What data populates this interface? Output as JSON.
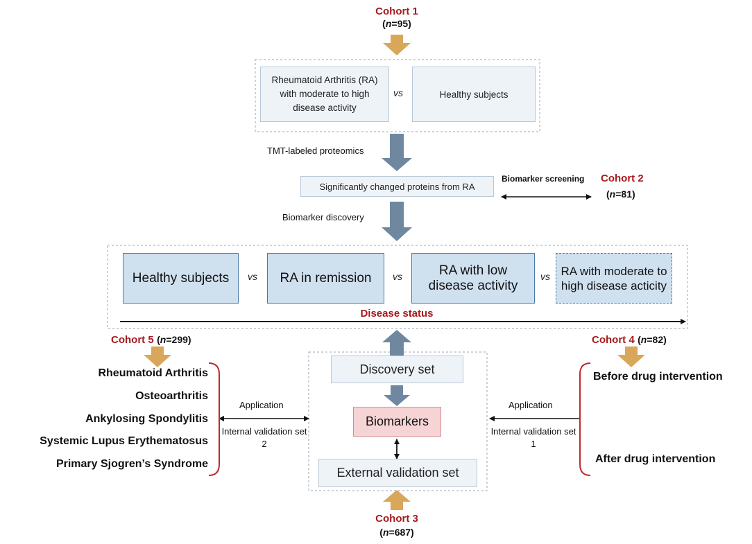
{
  "cohorts": {
    "c1": {
      "label": "Cohort 1",
      "n_prefix": "(",
      "n_italic": "n",
      "n_value": "=95)"
    },
    "c2": {
      "label": "Cohort 2",
      "n_prefix": "(",
      "n_italic": "n",
      "n_value": "=81)"
    },
    "c3": {
      "label": "Cohort 3",
      "n_prefix": "(",
      "n_italic": "n",
      "n_value": "=687)"
    },
    "c4": {
      "label": "Cohort 4",
      "n_prefix": "(",
      "n_italic": "n",
      "n_value": "=82)"
    },
    "c5": {
      "label": "Cohort 5",
      "n_prefix": "(",
      "n_italic": "n",
      "n_value": "=299)"
    }
  },
  "top": {
    "ra_box": "Rheumatoid Arthritis (RA) with moderate to high disease activity",
    "vs": "vs",
    "healthy_box": "Healthy subjects"
  },
  "steps": {
    "tmt": "TMT-labeled proteomics",
    "changed": "Significantly changed proteins from RA",
    "screening": "Biomarker screening",
    "discovery": "Biomarker discovery"
  },
  "status": {
    "boxes": [
      "Healthy subjects",
      "RA in remission",
      "RA with low disease activity",
      "RA with moderate to high disease acticity"
    ],
    "vs": "vs",
    "axis_label": "Disease status"
  },
  "center": {
    "discovery_set": "Discovery set",
    "biomarkers": "Biomarkers",
    "external": "External validation set"
  },
  "left": {
    "diseases": [
      "Rheumatoid Arthritis",
      "Osteoarthritis",
      "Ankylosing Spondylitis",
      "Systemic Lupus Erythematosus",
      "Primary Sjogren’s Syndrome"
    ],
    "application": "Application",
    "validation": "Internal validation set 2"
  },
  "right": {
    "before": "Before drug intervention",
    "after": "After drug intervention",
    "application": "Application",
    "validation": "Internal validation set 1"
  },
  "colors": {
    "gold_arrow": "#d9a75a",
    "gray_arrow": "#6f88a0",
    "cohort_red": "#a8191d",
    "bracket_red": "#c0282c",
    "box_blue": "#cfe0ef",
    "biomarker_pink": "#f6d4d6"
  }
}
